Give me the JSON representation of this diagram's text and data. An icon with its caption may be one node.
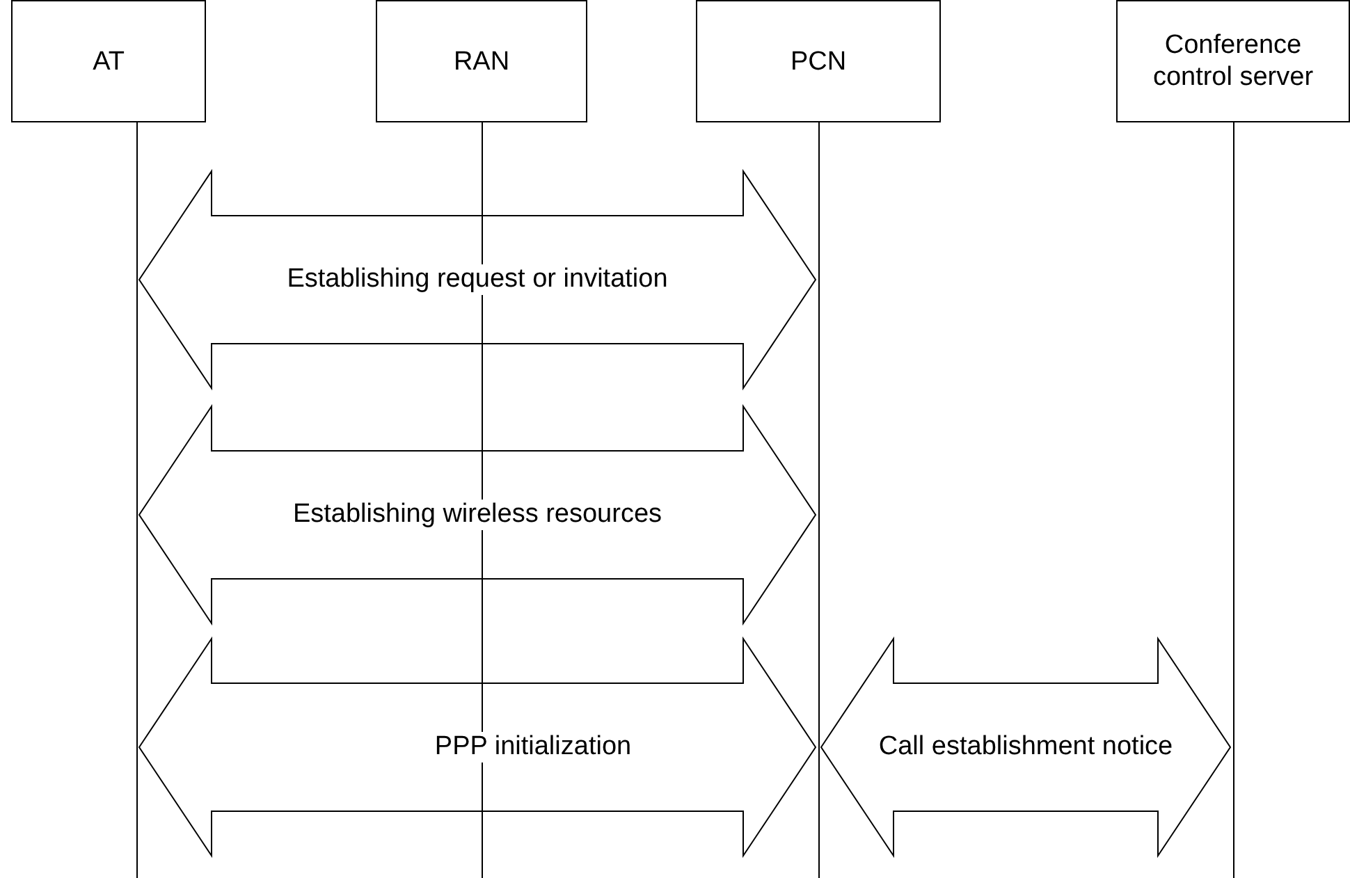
{
  "diagram": {
    "nodes": [
      {
        "text": [
          "AT"
        ]
      },
      {
        "text": [
          "RAN"
        ]
      },
      {
        "text": [
          "PCN"
        ]
      },
      {
        "text": [
          "Conference control server"
        ]
      }
    ],
    "edges": [
      {
        "from": 0,
        "to": 2,
        "arrow": "both",
        "label": "Establishing request or invitation",
        "style": "thick"
      },
      {
        "from": 0,
        "to": 2,
        "arrow": "both",
        "label": "Establishing wireless resources",
        "style": "thick"
      },
      {
        "from": 0,
        "to": 2,
        "arrow": "both",
        "label": "PPP initialization",
        "style": "thick"
      },
      {
        "from": 2,
        "to": 3,
        "arrow": "both",
        "label": "Call establishment notice",
        "style": "thick"
      }
    ]
  }
}
